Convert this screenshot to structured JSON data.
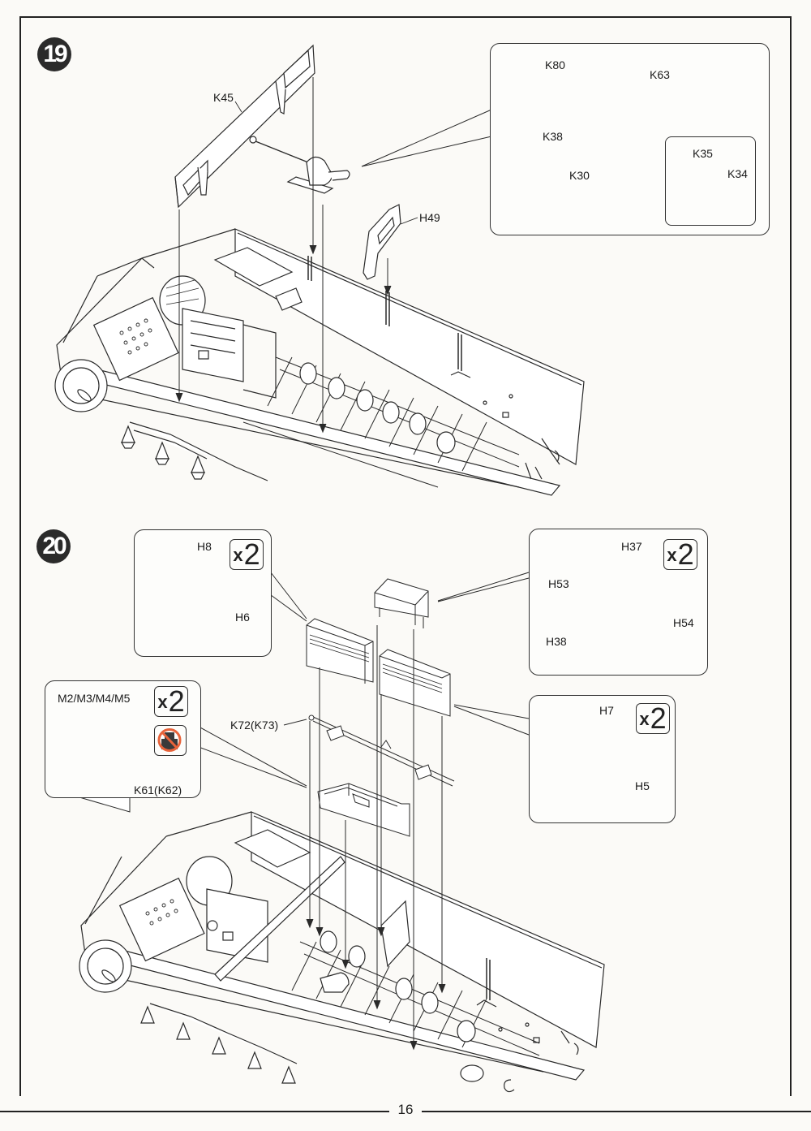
{
  "page": {
    "number": "16"
  },
  "steps": [
    {
      "number": "19",
      "main_labels": {
        "k45": "K45",
        "h49": "H49"
      },
      "callouts": [
        {
          "id": "gun-mount-detail",
          "labels": {
            "k80": "K80",
            "k63": "K63",
            "k38": "K38",
            "k30": "K30"
          },
          "sub_callout": {
            "labels": {
              "k35": "K35",
              "k34": "K34"
            }
          }
        }
      ]
    },
    {
      "number": "20",
      "main_labels": {
        "k72": "K72(K73)"
      },
      "callouts": [
        {
          "id": "left-bin",
          "quantity": "2",
          "labels": {
            "h8": "H8",
            "h6": "H6"
          }
        },
        {
          "id": "center-box",
          "quantity": "2",
          "labels": {
            "h37": "H37",
            "h53": "H53",
            "h38": "H38",
            "h54": "H54"
          }
        },
        {
          "id": "ammo-rack",
          "quantity": "2",
          "labels": {
            "ammo": "M2/M3/M4/M5",
            "rack": "K61(K62)"
          },
          "icon": "no-glue-icon"
        },
        {
          "id": "right-bin",
          "quantity": "2",
          "labels": {
            "h7": "H7",
            "h5": "H5"
          }
        }
      ]
    }
  ],
  "quantity_prefix": "x",
  "colors": {
    "ink": "#1a1a1a",
    "badge": "#2b2b2b",
    "prohibit": "#e8633a",
    "paper": "#fbfaf7"
  }
}
